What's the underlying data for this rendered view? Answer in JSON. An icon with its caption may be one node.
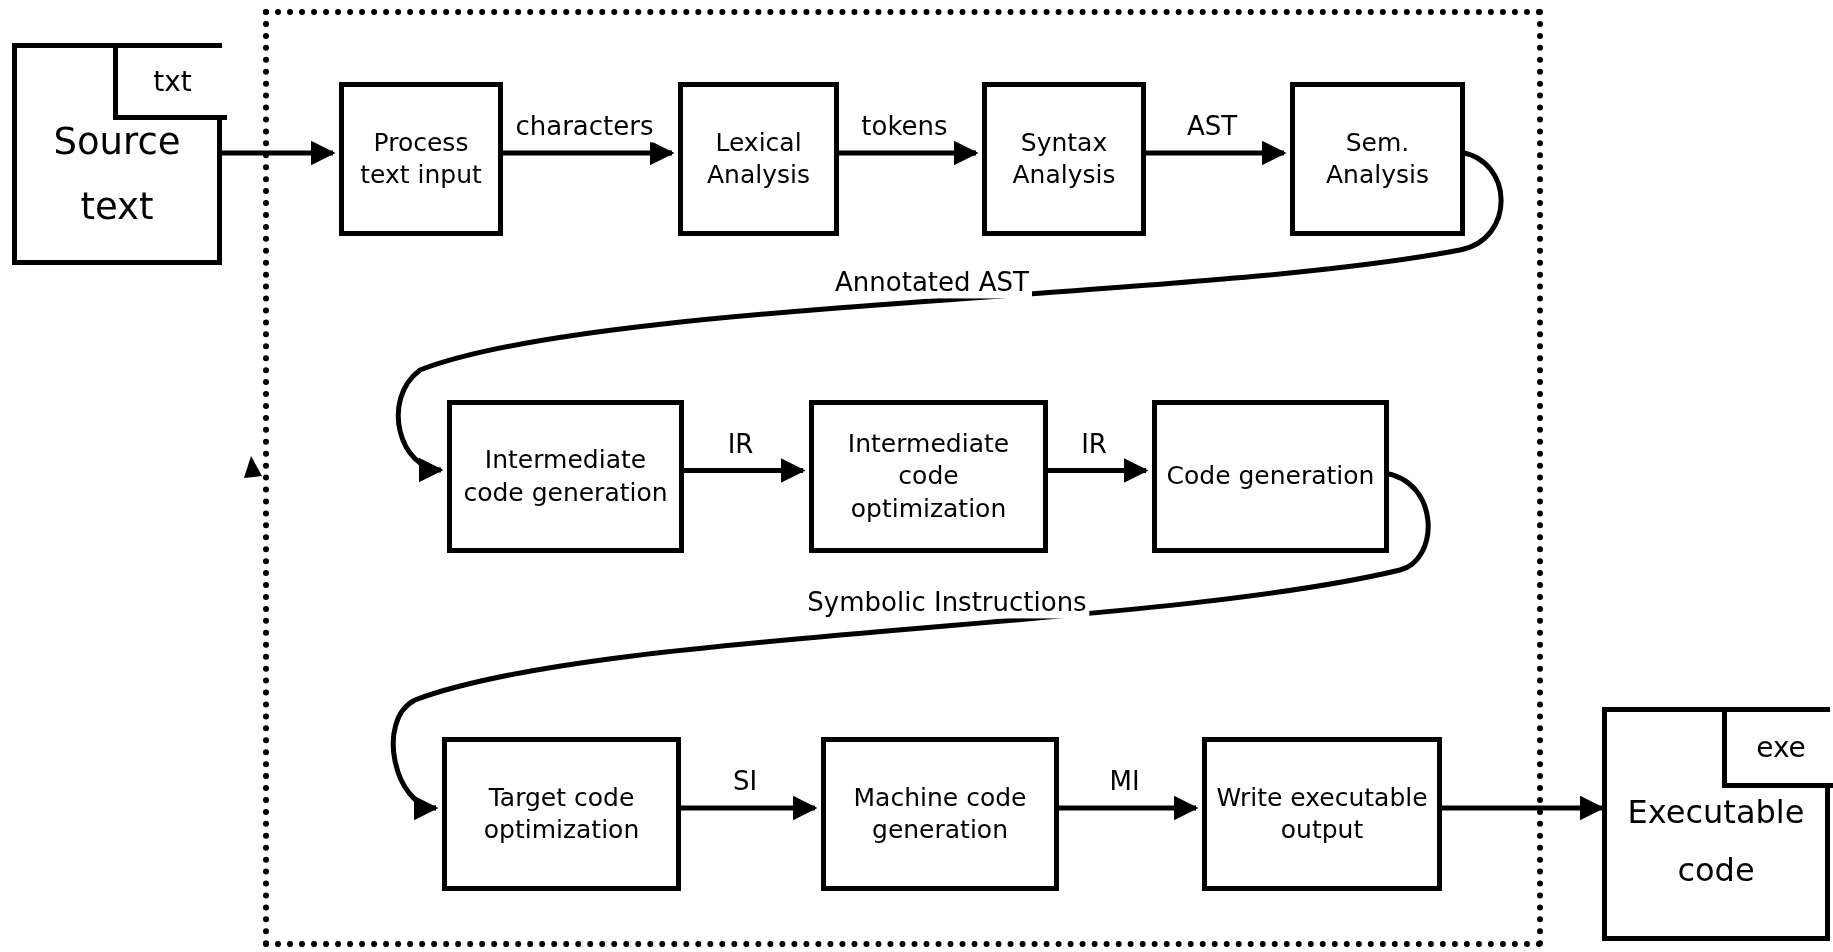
{
  "diagram": {
    "nodes": [
      {
        "text": [
          "Source text"
        ]
      },
      {
        "text": [
          "txt"
        ],
        "in": 0
      },
      {
        "text": [],
        "shape": "box"
      },
      {
        "text": [
          "Process text input"
        ],
        "in": 2
      },
      {
        "text": [
          "Lexical Analysis"
        ],
        "in": 2
      },
      {
        "text": [
          "Syntax Analysis"
        ],
        "in": 2
      },
      {
        "text": [
          "Sem. Analysis"
        ],
        "in": 2
      },
      {
        "text": [
          "Intermediate code generation"
        ],
        "in": 2
      },
      {
        "text": [
          "Intermediate code optimization"
        ],
        "in": 2
      },
      {
        "text": [
          "Code generation"
        ],
        "in": 2
      },
      {
        "text": [
          "Target code optimization"
        ],
        "in": 2
      },
      {
        "text": [
          "Machine code generation"
        ],
        "in": 2
      },
      {
        "text": [
          "Write executable output"
        ],
        "in": 2
      },
      {
        "text": [
          "Executable code"
        ]
      },
      {
        "text": [
          "exe"
        ],
        "in": 13
      }
    ],
    "edges": [
      {
        "from": 0,
        "to": 3,
        "arrow": "to"
      },
      {
        "from": 3,
        "to": 4,
        "arrow": "to",
        "label": "characters"
      },
      {
        "from": 4,
        "to": 5,
        "arrow": "to",
        "label": "tokens"
      },
      {
        "from": 5,
        "to": 6,
        "arrow": "to",
        "label": "AST"
      },
      {
        "from": 6,
        "to": 7,
        "arrow": "to",
        "label": "Annotated AST"
      },
      {
        "from": 7,
        "to": 8,
        "arrow": "to",
        "label": "IR"
      },
      {
        "from": 8,
        "to": 9,
        "arrow": "to",
        "label": "IR"
      },
      {
        "from": 9,
        "to": 10,
        "arrow": "to",
        "label": "Symbolic Instructions"
      },
      {
        "from": 10,
        "to": 11,
        "arrow": "to",
        "label": "SI"
      },
      {
        "from": 11,
        "to": 12,
        "arrow": "to",
        "label": "MI"
      },
      {
        "from": 12,
        "to": 13,
        "arrow": "to"
      }
    ]
  }
}
